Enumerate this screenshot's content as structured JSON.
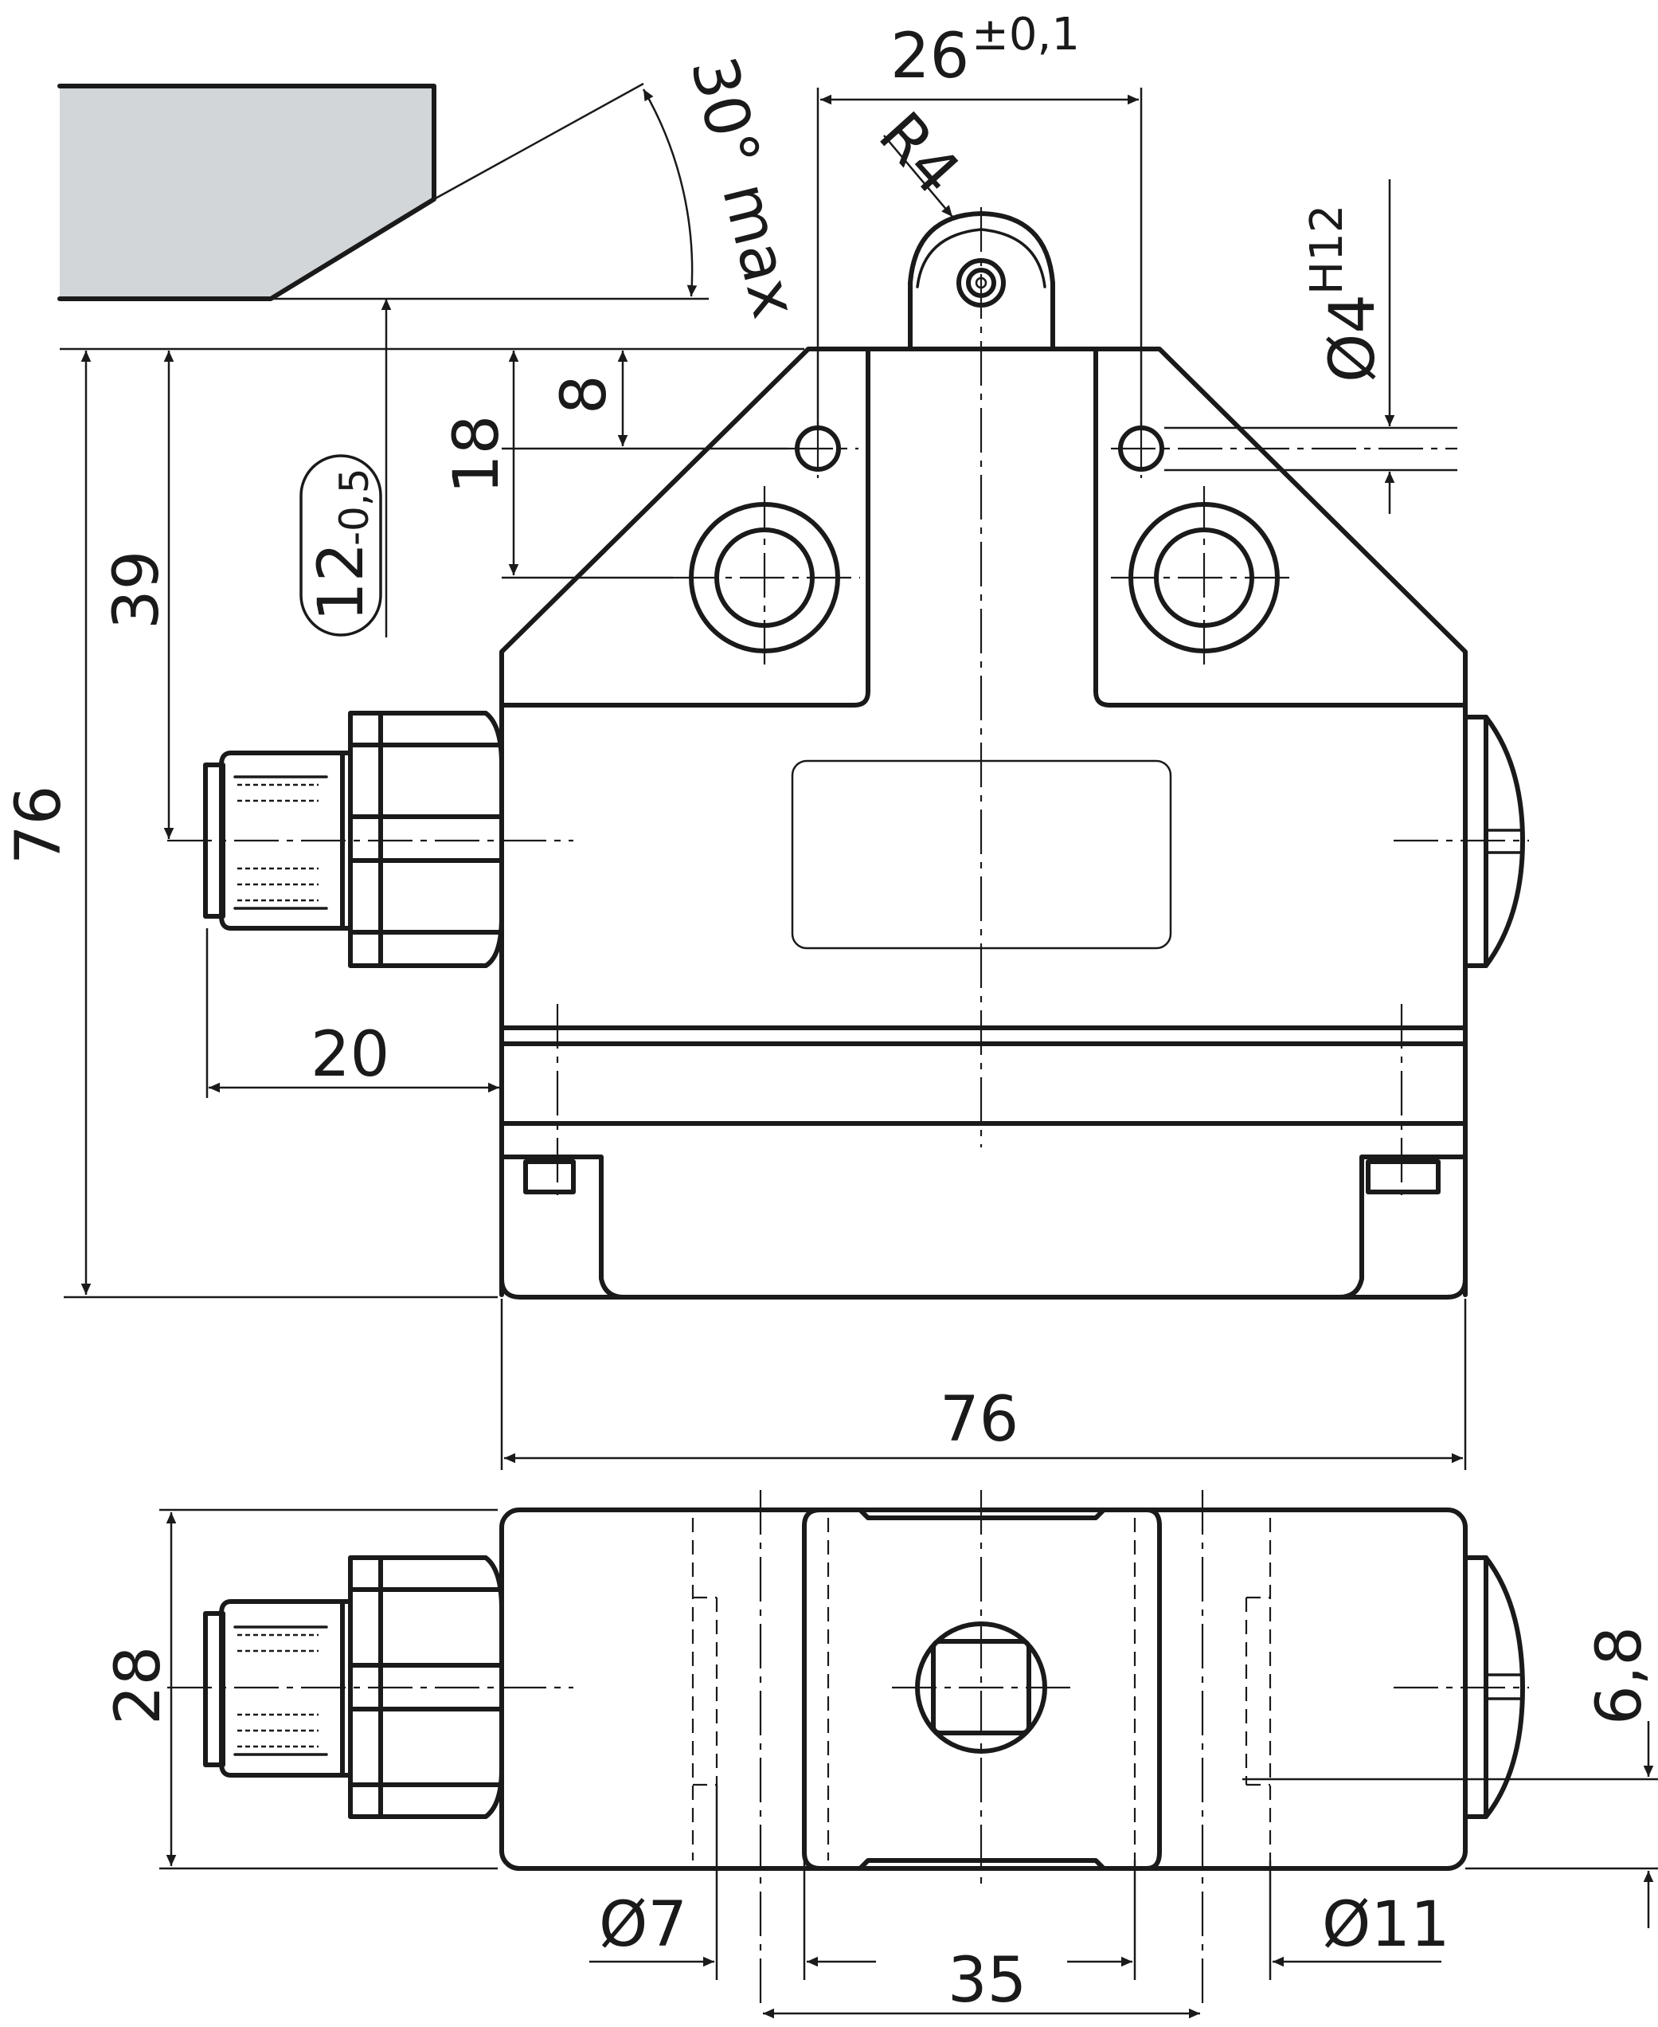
{
  "dimensions": {
    "top_width": "26",
    "top_width_tol": "±0,1",
    "roller_radius": "R4",
    "angle": "30° max",
    "hole_dia": "Ø4",
    "hole_tol": "H12",
    "height_8": "8",
    "height_18": "18",
    "stroke": "12",
    "stroke_tol": "-0,5",
    "height_39": "39",
    "height_76": "76",
    "connector_20": "20",
    "width_76": "76",
    "depth_28": "28",
    "dia_7": "Ø7",
    "pitch_35": "35",
    "dia_11": "Ø11",
    "slot_6_8": "6,8"
  },
  "colors": {
    "outline": "#1a1a1a",
    "actuator_cam": "#d2d6d8",
    "background": "#ffffff"
  }
}
